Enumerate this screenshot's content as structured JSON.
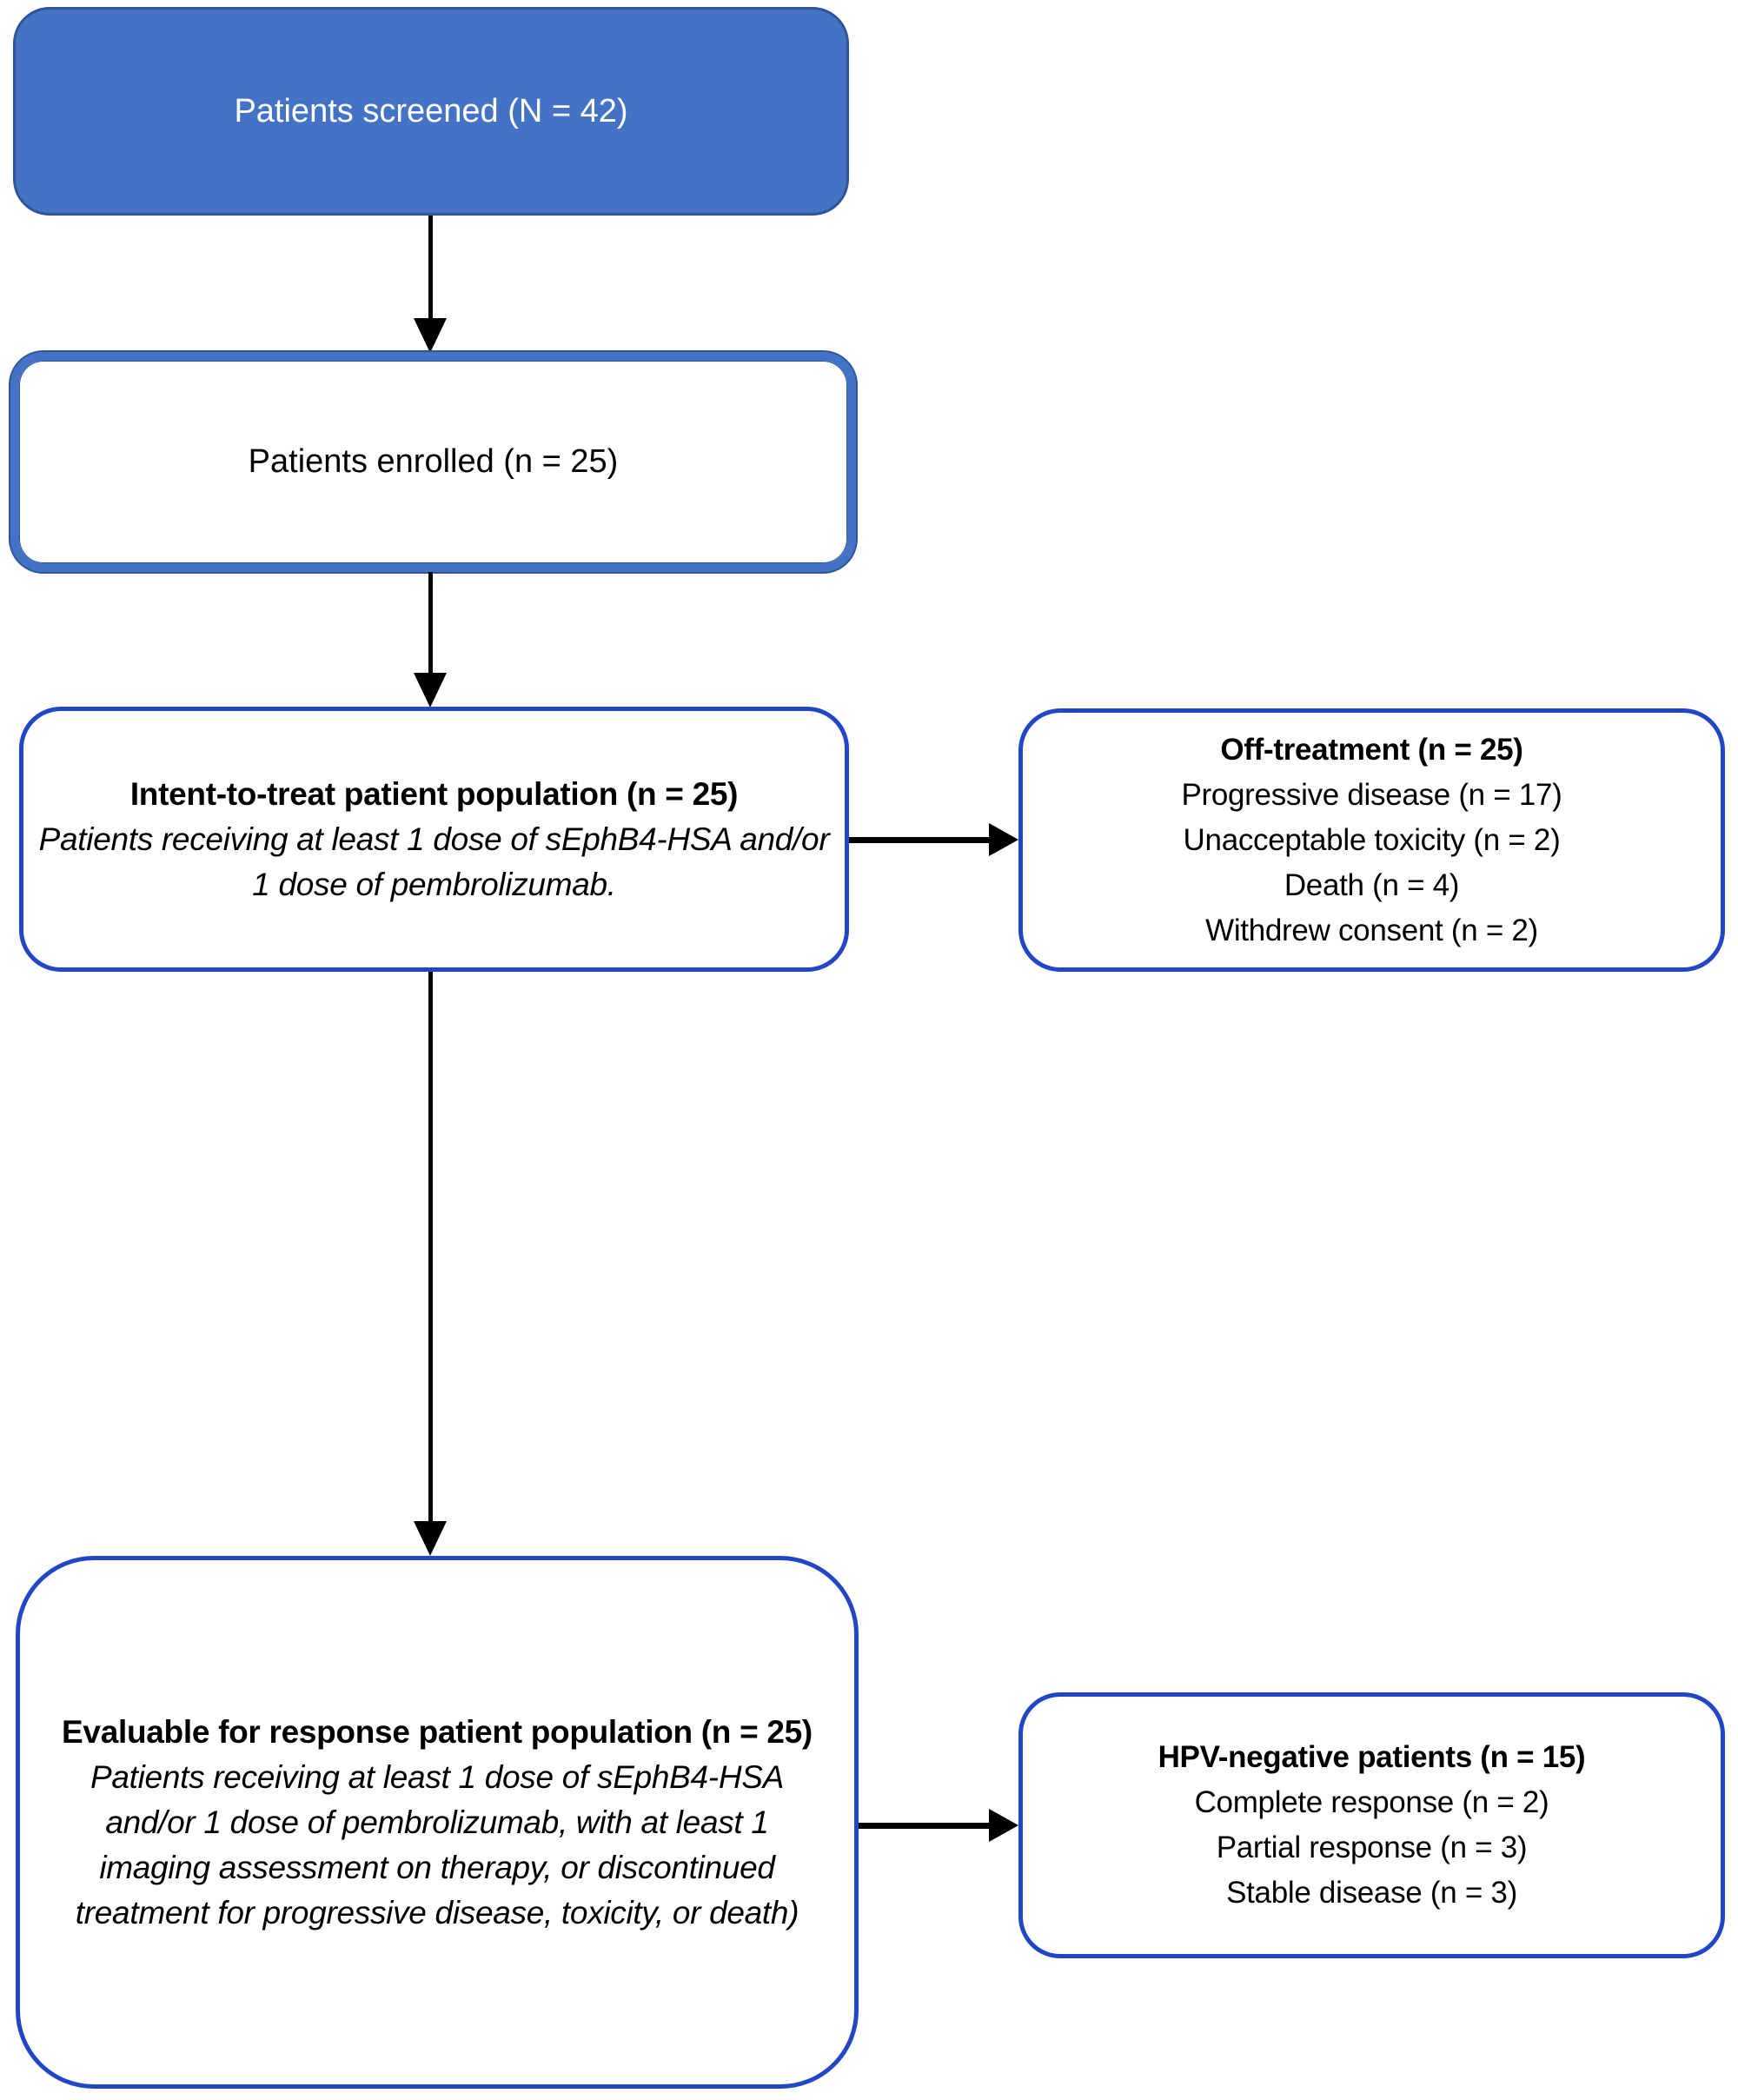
{
  "flowchart": {
    "screened": {
      "label": "Patients screened (N = 42)"
    },
    "enrolled": {
      "label": "Patients enrolled (n = 25)"
    },
    "itt": {
      "title": "Intent-to-treat patient population (n = 25)",
      "subtitle_line1": "Patients receiving at least 1 dose of sEphB4-HSA and/or",
      "subtitle_line2": "1 dose of pembrolizumab."
    },
    "off_treatment": {
      "title": "Off-treatment (n = 25)",
      "items": [
        "Progressive disease (n = 17)",
        "Unacceptable toxicity (n = 2)",
        "Death (n = 4)",
        "Withdrew consent (n = 2)"
      ]
    },
    "evaluable": {
      "title": "Evaluable for response patient population (n = 25)",
      "subtitle_lines": [
        "Patients receiving at least 1 dose of sEphB4-HSA",
        "and/or 1 dose of pembrolizumab, with at least 1",
        "imaging assessment on therapy, or discontinued",
        "treatment for progressive disease, toxicity, or death)"
      ]
    },
    "hpv_negative": {
      "title": "HPV-negative patients (n = 15)",
      "items": [
        "Complete response (n = 2)",
        "Partial response (n = 3)",
        "Stable disease (n = 3)"
      ]
    },
    "colors": {
      "accent": "#4472C4",
      "accent_dark": "#2F5597",
      "outline": "#2146C6",
      "arrow": "#000000",
      "text": "#000000",
      "text_on_accent": "#FFFFFF",
      "background": "#FFFFFF"
    }
  }
}
